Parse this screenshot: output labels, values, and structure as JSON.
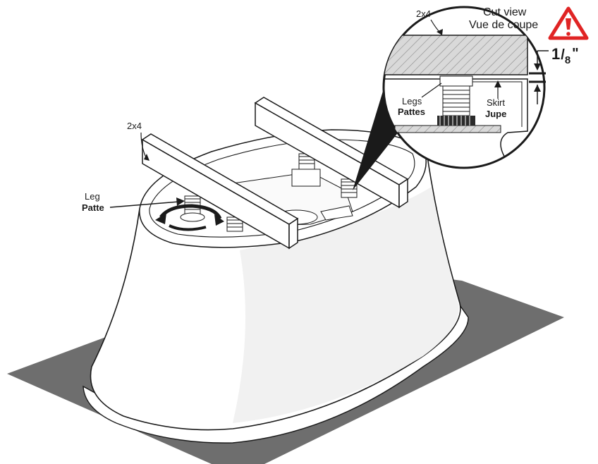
{
  "labels": {
    "board_left": "2x4",
    "leg_en": "Leg",
    "leg_fr": "Patte",
    "cutview_board": "2x4",
    "cutview_title_en": "Cut view",
    "cutview_title_fr": "Vue de coupe",
    "legs_en": "Legs",
    "legs_fr": "Pattes",
    "skirt_en": "Skirt",
    "skirt_fr": "Jupe",
    "gap_whole": "1",
    "gap_num": "/",
    "gap_den": "8",
    "gap_unit": "\""
  },
  "icons": {
    "warning": "warning-triangle-icon",
    "rotate": "rotate-arrows-icon"
  },
  "colors": {
    "shadow": "#6e6e6e",
    "outline": "#1a1a1a",
    "warning_red": "#e02424",
    "tub_fill": "#ffffff",
    "tub_shade": "#f1f1f1"
  }
}
